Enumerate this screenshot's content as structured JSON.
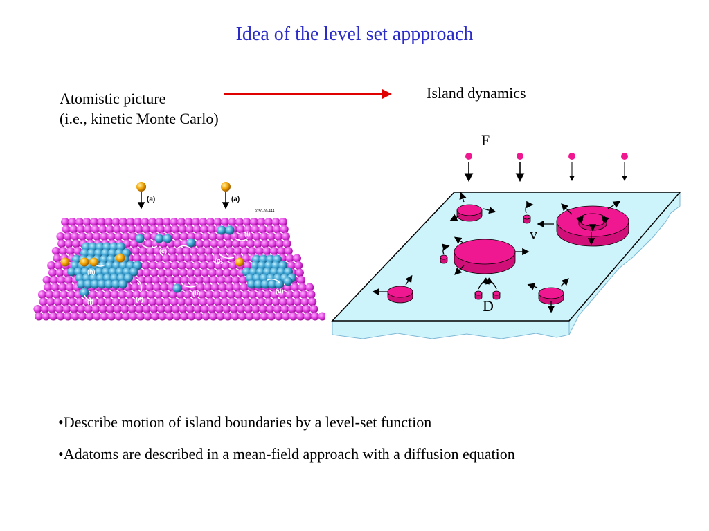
{
  "title": "Idea of the level set appproach",
  "atomistic": {
    "line1": "Atomistic picture",
    "line2": "(i.e., kinetic Monte Carlo)"
  },
  "island_dynamics": "Island dynamics",
  "island_labels": {
    "flux": "F",
    "velocity": "v",
    "diffusion": "D"
  },
  "kmc_labels": {
    "a1": "(a)",
    "a2": "(a)",
    "b": "(b)",
    "c": "(c)",
    "d": "(d)",
    "e": "(e)",
    "f": "(f)",
    "g": "(g)",
    "h": "(h)",
    "i": "(i)",
    "ref": "9750-00-444"
  },
  "bullets": [
    "•Describe motion of island boundaries by a level-set function",
    "•Adatoms are described in a mean-field approach with a diffusion equation"
  ],
  "colors": {
    "title": "#2b2bc8",
    "arrow": "#e00000",
    "substrate_atom": "#e040e0",
    "island_atom": "#3aa0d0",
    "deposit_atom": "#f0a000",
    "surface": "#cdf3fb",
    "island_disk": "#f01890"
  }
}
